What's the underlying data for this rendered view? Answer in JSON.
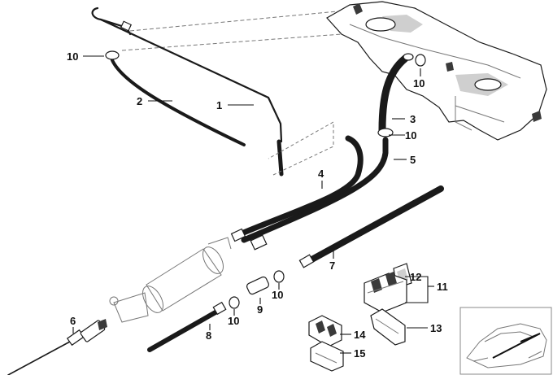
{
  "diagram": {
    "callouts": [
      {
        "id": "c1",
        "text": "1"
      },
      {
        "id": "c2",
        "text": "2"
      },
      {
        "id": "c3",
        "text": "3"
      },
      {
        "id": "c4",
        "text": "4"
      },
      {
        "id": "c5",
        "text": "5"
      },
      {
        "id": "c6",
        "text": "6"
      },
      {
        "id": "c7",
        "text": "7"
      },
      {
        "id": "c8",
        "text": "8"
      },
      {
        "id": "c9",
        "text": "9"
      },
      {
        "id": "c10a",
        "text": "10"
      },
      {
        "id": "c10b",
        "text": "10"
      },
      {
        "id": "c10c",
        "text": "10"
      },
      {
        "id": "c10d",
        "text": "10"
      },
      {
        "id": "c10e",
        "text": "10"
      },
      {
        "id": "c11",
        "text": "11"
      },
      {
        "id": "c12",
        "text": "12"
      },
      {
        "id": "c13",
        "text": "13"
      },
      {
        "id": "c14",
        "text": "14"
      },
      {
        "id": "c15",
        "text": "15"
      }
    ]
  }
}
